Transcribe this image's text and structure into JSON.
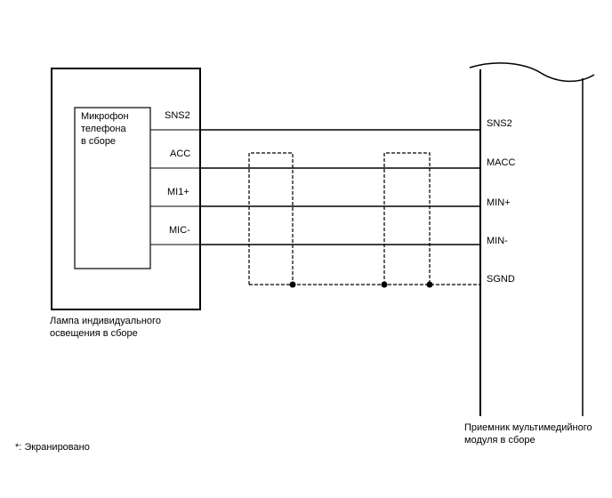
{
  "left_component": {
    "inner_label": "Микрофон\nтелефона\nв сборе",
    "caption": "Лампа индивидуального\nосвещения в сборе",
    "pins": [
      "SNS2",
      "ACC",
      "MI1+",
      "MIC-"
    ]
  },
  "right_component": {
    "caption": "Приемник мультимедийного\nмодуля в сборе",
    "pins": [
      "SNS2",
      "MACC",
      "MIN+",
      "MIN-",
      "SGND"
    ]
  },
  "footnote": "*: Экранировано"
}
